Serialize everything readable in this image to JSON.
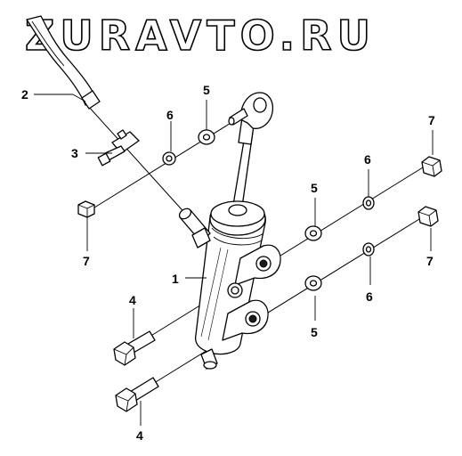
{
  "watermark": "ZURAVTO.RU",
  "callouts": {
    "c1": "1",
    "c2": "2",
    "c3": "3",
    "c4a": "4",
    "c4b": "4",
    "c5a": "5",
    "c5b": "5",
    "c5c": "5",
    "c6a": "6",
    "c6b": "6",
    "c6c": "6",
    "c7a": "7",
    "c7b": "7",
    "c7c": "7"
  }
}
